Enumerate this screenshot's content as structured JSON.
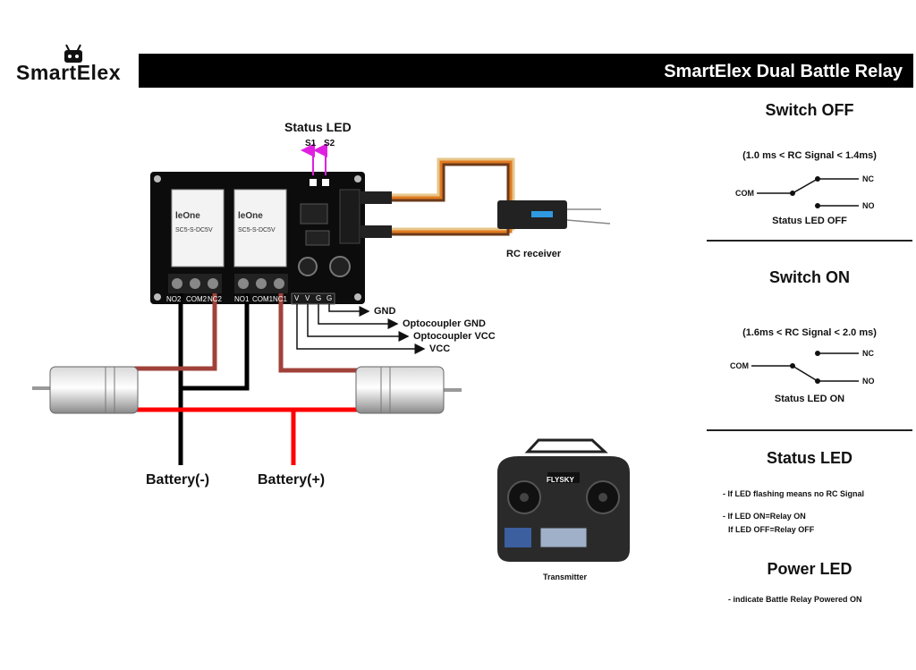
{
  "logo": {
    "text": "SmartElex"
  },
  "header": {
    "title": "SmartElex Dual Battle Relay"
  },
  "board": {
    "status_led_title": "Status LED",
    "s1": "S1",
    "s2": "S2",
    "relay_brand": "leOne",
    "relay_model": "SC5-S-DC5V",
    "terminals": [
      "NO2",
      "COM2",
      "NC2",
      "NO1",
      "COM1",
      "NC1"
    ],
    "header_pins": [
      "V",
      "V",
      "G",
      "G"
    ]
  },
  "wiring": {
    "labels": [
      "GND",
      "Optocoupler  GND",
      "Optocoupler  VCC",
      "VCC"
    ],
    "rc_receiver": "RC receiver",
    "battery_neg": "Battery(-)",
    "battery_pos": "Battery(+)",
    "transmitter": "Transmitter",
    "transmitter_brand": "FLYSKY"
  },
  "switch_off": {
    "title": "Switch OFF",
    "condition": "(1.0 ms < RC Signal < 1.4ms)",
    "com": "COM",
    "nc": "NC",
    "no": "NO",
    "status": "Status LED OFF"
  },
  "switch_on": {
    "title": "Switch ON",
    "condition": "(1.6ms < RC Signal < 2.0 ms)",
    "com": "COM",
    "nc": "NC",
    "no": "NO",
    "status": "Status LED ON"
  },
  "status_led": {
    "title": "Status LED",
    "line1": "- If LED flashing means no RC Signal",
    "line2": "- If LED ON=Relay ON",
    "line3": "If LED OFF=Relay OFF"
  },
  "power_led": {
    "title": "Power LED",
    "line1": "- indicate Battle Relay Powered ON"
  }
}
